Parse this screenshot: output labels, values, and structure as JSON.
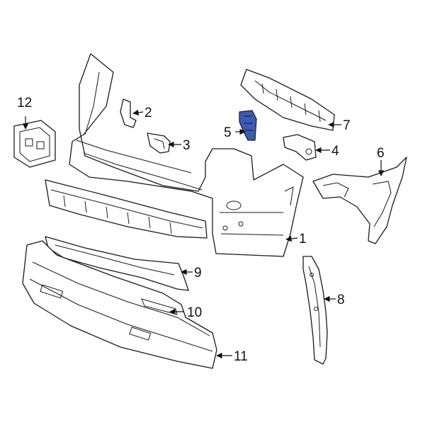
{
  "diagram": {
    "highlight_color": "#3b5bb5",
    "callouts": [
      {
        "id": "1",
        "label": "1"
      },
      {
        "id": "2",
        "label": "2"
      },
      {
        "id": "3",
        "label": "3"
      },
      {
        "id": "4",
        "label": "4"
      },
      {
        "id": "5",
        "label": "5"
      },
      {
        "id": "6",
        "label": "6"
      },
      {
        "id": "7",
        "label": "7"
      },
      {
        "id": "8",
        "label": "8"
      },
      {
        "id": "9",
        "label": "9"
      },
      {
        "id": "10",
        "label": "10"
      },
      {
        "id": "11",
        "label": "11"
      },
      {
        "id": "12",
        "label": "12"
      }
    ]
  }
}
